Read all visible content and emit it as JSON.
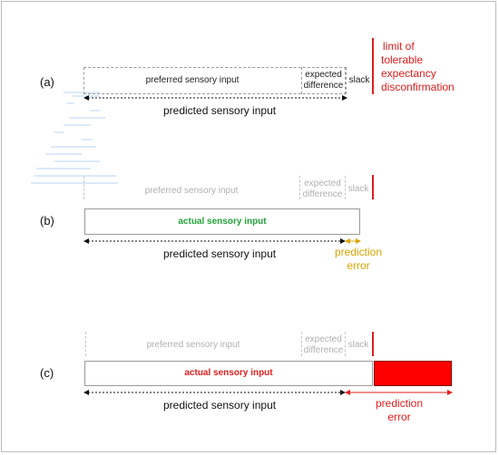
{
  "panels": {
    "a": {
      "label": "(a)"
    },
    "b": {
      "label": "(b)"
    },
    "c": {
      "label": "(c)"
    }
  },
  "boxes": {
    "preferred": "preferred sensory input",
    "expected_line1": "expected",
    "expected_line2": "difference",
    "slack": "slack"
  },
  "limit_text": [
    "limit of",
    "tolerable",
    "expectancy",
    "disconfirmation"
  ],
  "predicted": "predicted sensory input",
  "actual": "actual sensory input",
  "prediction_error": [
    "prediction",
    "error"
  ],
  "colors": {
    "red": "#e31c1c",
    "green": "#22a33a",
    "yellow": "#d9a400",
    "error_fill": "#ff0000"
  }
}
